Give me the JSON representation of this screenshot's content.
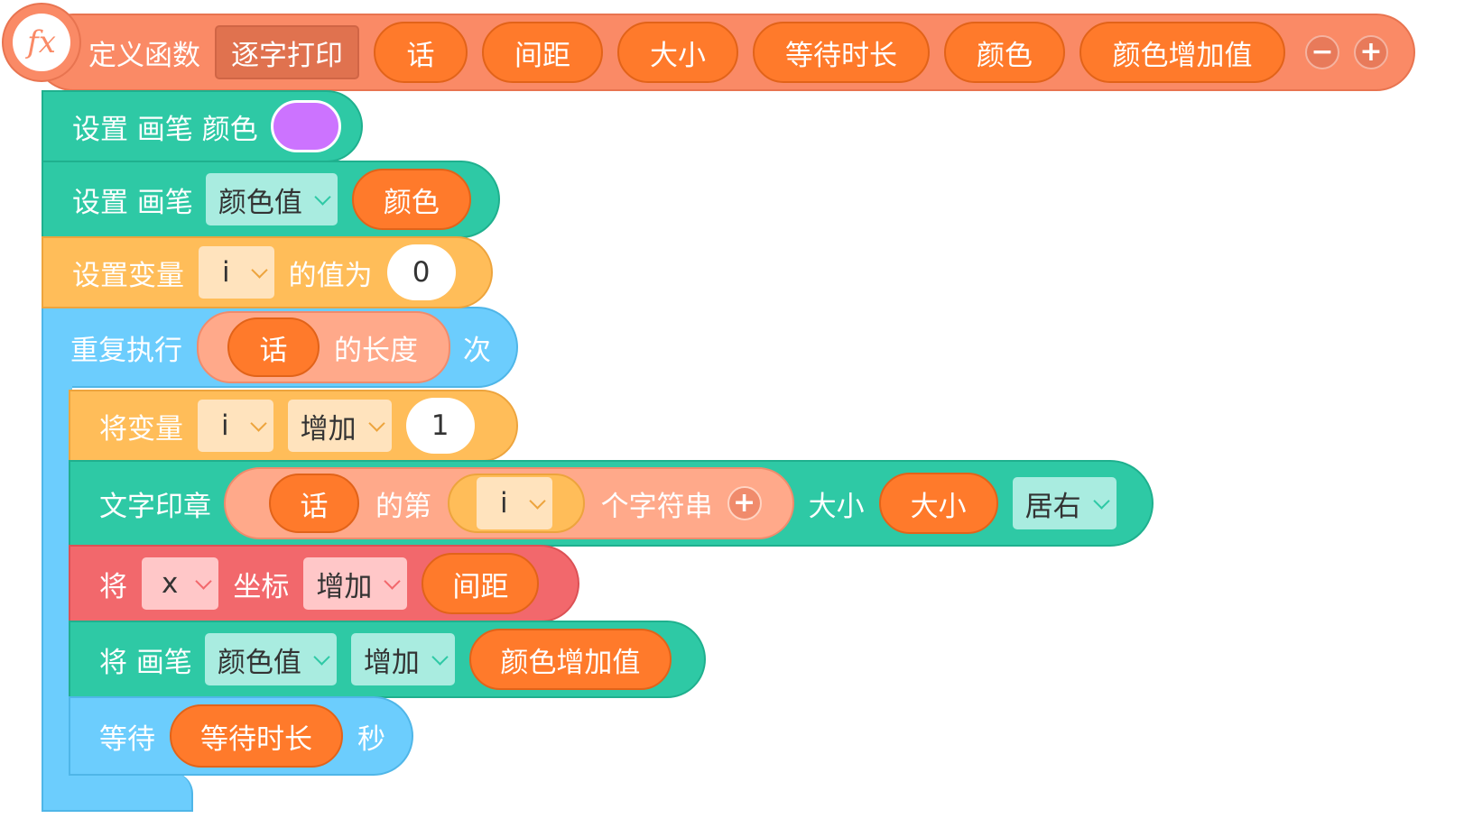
{
  "colors": {
    "define": "#fa8a66",
    "pen": "#2ec9a5",
    "variable": "#ffbd59",
    "control": "#6ccdfd",
    "motion": "#f2686c",
    "argument": "#ff7a2b",
    "pen_color_swatch": "#cc73ff"
  },
  "define_block": {
    "icon": "fx-icon",
    "icon_text": "fx",
    "label": "定义函数",
    "name": "逐字打印",
    "params": [
      "话",
      "间距",
      "大小",
      "等待时长",
      "颜色",
      "颜色增加值"
    ],
    "minus": "−",
    "plus": "+"
  },
  "set_pen_color": {
    "label": "设置 画笔 颜色"
  },
  "set_pen_value": {
    "label": "设置 画笔",
    "dropdown": "颜色值",
    "arg": "颜色"
  },
  "set_var": {
    "label": "设置变量",
    "var": "i",
    "middle": "的值为",
    "value": "0"
  },
  "repeat": {
    "label": "重复执行",
    "arg": "话",
    "length_label": "的长度",
    "suffix": "次"
  },
  "change_var": {
    "label": "将变量",
    "var": "i",
    "op": "增加",
    "value": "1"
  },
  "stamp": {
    "label": "文字印章",
    "arg": "话",
    "nth_label": "的第",
    "var": "i",
    "char_label": "个字符串",
    "plus": "+",
    "size_label": "大小",
    "size_arg": "大小",
    "align": "居右"
  },
  "move_x": {
    "label": "将",
    "axis": "x",
    "coord_label": "坐标",
    "op": "增加",
    "arg": "间距"
  },
  "change_pen": {
    "label": "将 画笔",
    "dropdown": "颜色值",
    "op": "增加",
    "arg": "颜色增加值"
  },
  "wait": {
    "label": "等待",
    "arg": "等待时长",
    "suffix": "秒"
  }
}
